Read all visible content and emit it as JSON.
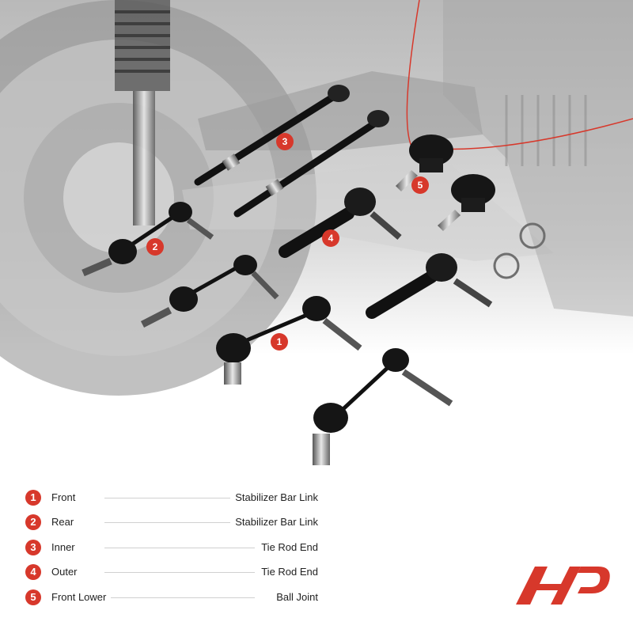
{
  "legend": [
    {
      "number": "1",
      "label": "Front",
      "value": "Stabilizer Bar Link"
    },
    {
      "number": "2",
      "label": "Rear",
      "value": "Stabilizer Bar Link"
    },
    {
      "number": "3",
      "label": "Inner",
      "value": "Tie Rod End"
    },
    {
      "number": "4",
      "label": "Outer",
      "value": "Tie Rod End"
    },
    {
      "number": "5",
      "label": "Front Lower",
      "value": "Ball Joint"
    }
  ],
  "callouts": [
    "1",
    "2",
    "3",
    "4",
    "5"
  ],
  "colors": {
    "accent": "#d7382b",
    "text": "#222222",
    "background": "#ffffff",
    "part": "#1a1a1a"
  },
  "logo": {
    "icon": "brand-logo-icon"
  }
}
